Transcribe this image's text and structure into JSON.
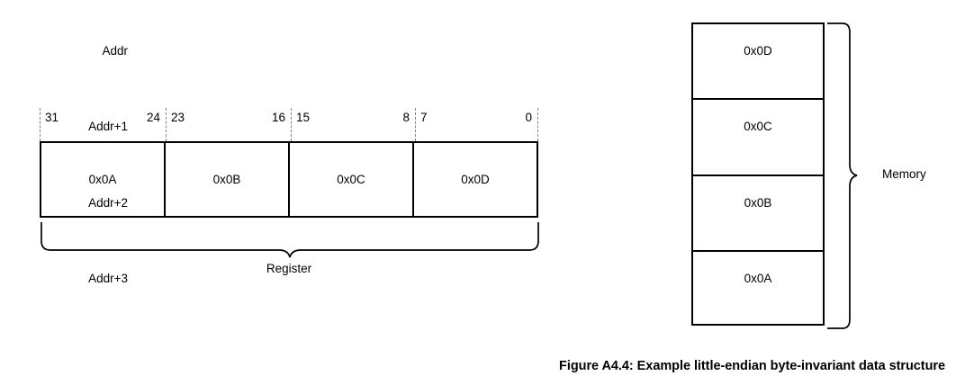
{
  "figure": {
    "caption": "Figure A4.4: Example little-endian byte-invariant data structure"
  },
  "register": {
    "label": "Register",
    "bit_scale": [
      {
        "high": "31",
        "low": "24"
      },
      {
        "high": "23",
        "low": "16"
      },
      {
        "high": "15",
        "low": "8"
      },
      {
        "high": "7",
        "low": "0"
      }
    ],
    "cells": [
      {
        "value": "0x0A"
      },
      {
        "value": "0x0B"
      },
      {
        "value": "0x0C"
      },
      {
        "value": "0x0D"
      }
    ]
  },
  "memory": {
    "label": "Memory",
    "cells": [
      {
        "address": "Addr",
        "value": "0x0D"
      },
      {
        "address": "Addr+1",
        "value": "0x0C"
      },
      {
        "address": "Addr+2",
        "value": "0x0B"
      },
      {
        "address": "Addr+3",
        "value": "0x0A"
      }
    ]
  },
  "colors": {
    "line": "#000000",
    "tick": "#808080",
    "background": "#ffffff"
  }
}
